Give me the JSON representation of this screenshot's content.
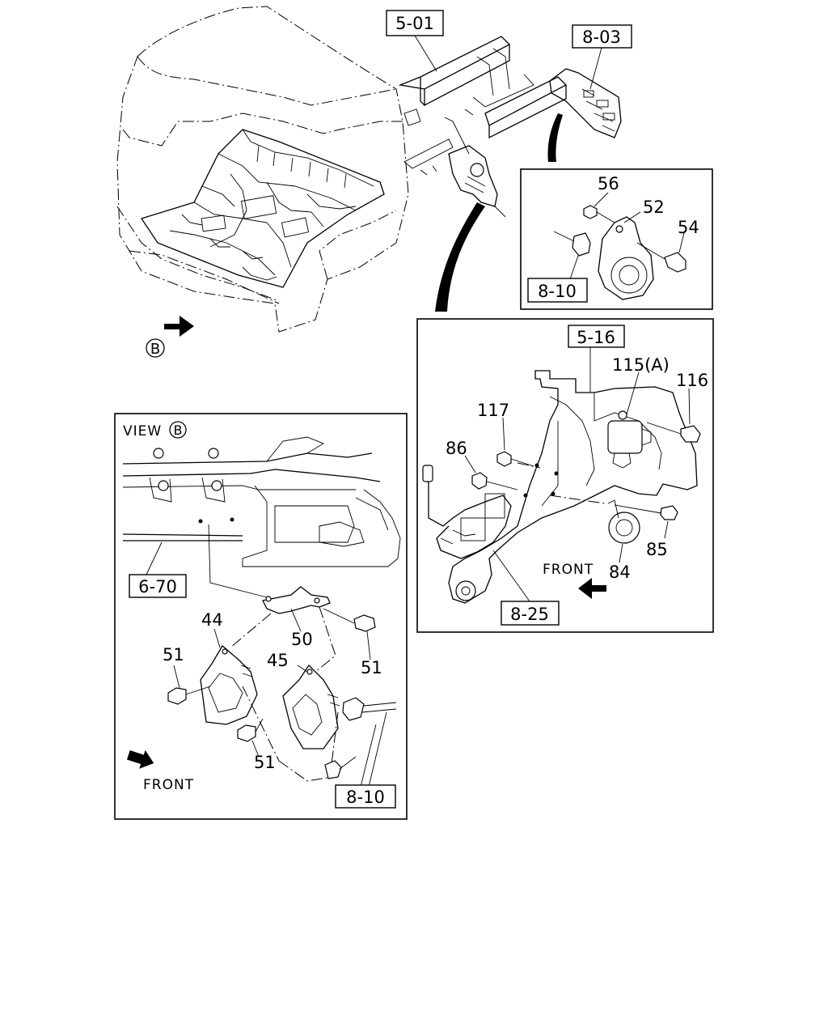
{
  "refs": {
    "r501": "5-01",
    "r803": "8-03",
    "r810_top": "8-10",
    "r516": "5-16",
    "r825": "8-25",
    "r670": "6-70",
    "r810_bottom": "8-10"
  },
  "view_marker": {
    "letter": "B"
  },
  "view_b": {
    "title": "VIEW",
    "letter": "B",
    "front": "FRONT"
  },
  "right_panel": {
    "front": "FRONT"
  },
  "callouts": {
    "c56": "56",
    "c52": "52",
    "c54": "54",
    "c115": "115(A)",
    "c116": "116",
    "c117": "117",
    "c86": "86",
    "c85": "85",
    "c84": "84",
    "c44": "44",
    "c50": "50",
    "c51a": "51",
    "c51b": "51",
    "c45": "45",
    "c51c": "51"
  }
}
